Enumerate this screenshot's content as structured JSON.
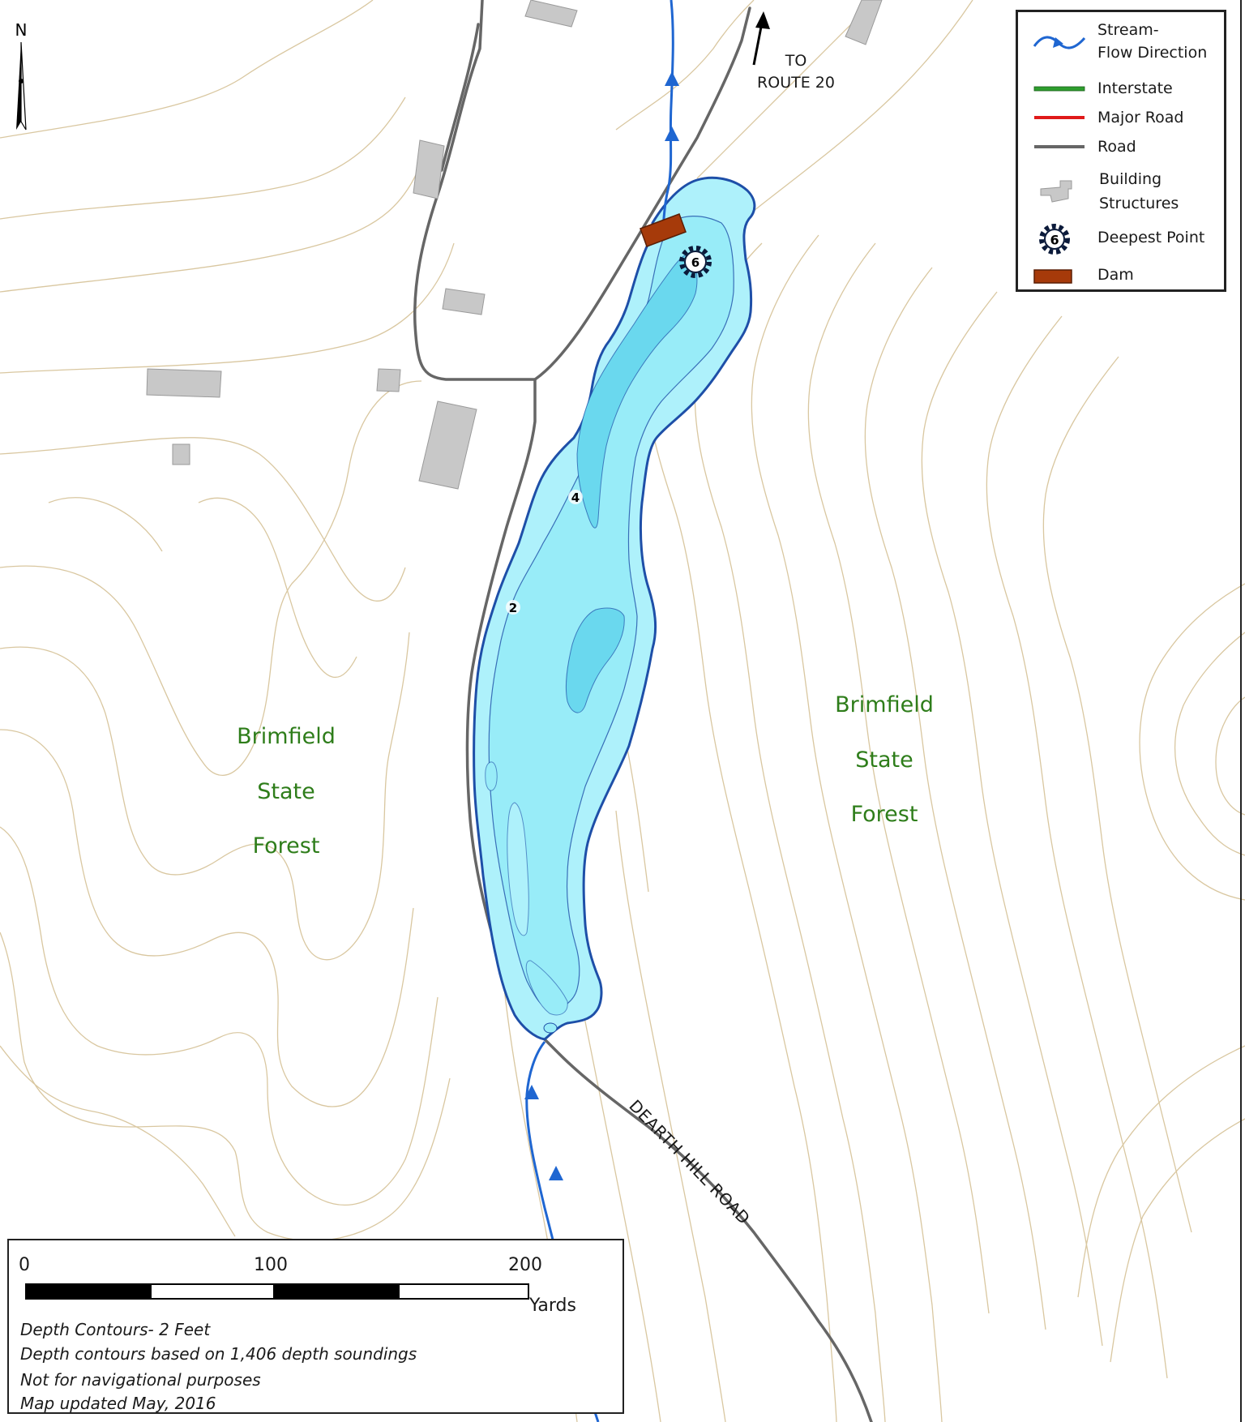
{
  "north": {
    "label": "N"
  },
  "route_note": {
    "line1": "TO",
    "line2": "ROUTE 20"
  },
  "road_label": "DEARTH HILL ROAD",
  "forest_west": {
    "line1": "Brimfield",
    "line2": "State",
    "line3": "Forest"
  },
  "forest_east": {
    "line1": "Brimfield",
    "line2": "State",
    "line3": "Forest"
  },
  "depth_labels": {
    "deepest": "6",
    "contour_4": "4",
    "contour_2": "2"
  },
  "legend": {
    "stream_line1": "Stream-",
    "stream_line2": "Flow Direction",
    "interstate": "Interstate",
    "major_road": "Major Road",
    "road": "Road",
    "building_line1": "Building",
    "building_line2": "Structures",
    "deepest_point": "Deepest Point",
    "deepest_value": "6",
    "dam": "Dam"
  },
  "scale": {
    "tick0": "0",
    "tick100": "100",
    "tick200": "200",
    "unit": "Yards"
  },
  "notes": {
    "n1": "Depth Contours- 2 Feet",
    "n2": "Depth contours based on 1,406 depth soundings",
    "n3": "Not for navigational purposes",
    "n4": "Map updated May, 2016"
  },
  "colors": {
    "water_shallow": "#aef1fb",
    "water_mid": "#98ecf8",
    "water_deep": "#6ad8ee",
    "shoreline": "#1e4fa8",
    "stream": "#1f66d1",
    "road": "#666666",
    "building": "#c8c8c8",
    "dam": "#a63a0a",
    "interstate": "#2e9e2e",
    "major_road": "#e01a1a",
    "topo": "#d9c7a0"
  }
}
